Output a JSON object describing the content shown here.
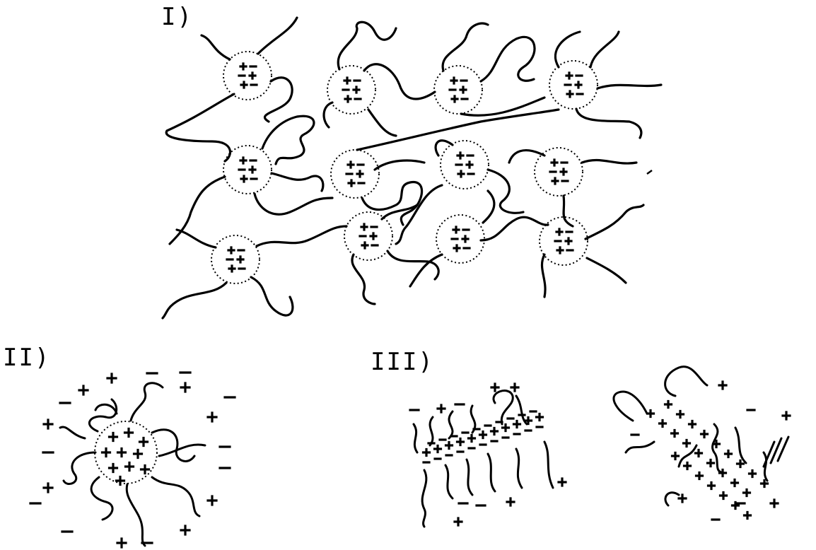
{
  "panels": {
    "one": {
      "label": "I)"
    },
    "two": {
      "label": "II)"
    },
    "three": {
      "label": "III)"
    }
  },
  "symbols": {
    "positive": "+",
    "negative": "–"
  },
  "colors": {
    "ink": "#000000",
    "background": "#ffffff"
  }
}
